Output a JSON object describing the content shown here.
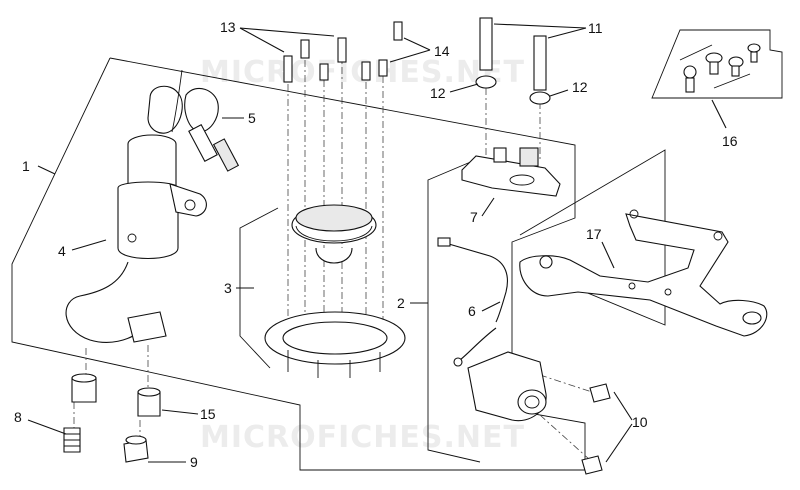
{
  "watermark": {
    "top": "MICROFICHES.NET",
    "bottom": "MICROFICHES.NET"
  },
  "callouts": {
    "c1": "1",
    "c2": "2",
    "c3": "3",
    "c4": "4",
    "c5": "5",
    "c6": "6",
    "c7": "7",
    "c8": "8",
    "c9": "9",
    "c10": "10",
    "c11": "11",
    "c12a": "12",
    "c12b": "12",
    "c13": "13",
    "c14": "14",
    "c15": "15",
    "c16": "16",
    "c17": "17"
  }
}
